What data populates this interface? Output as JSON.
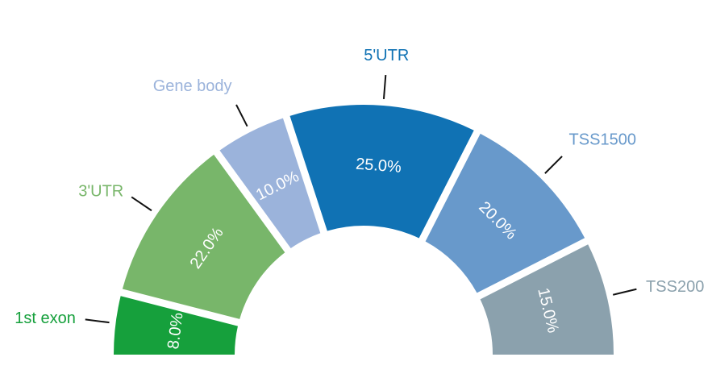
{
  "chart_data": {
    "type": "pie",
    "variant": "half-donut",
    "title": "",
    "categories": [
      "1st exon",
      "3'UTR",
      "Gene body",
      "5'UTR",
      "TSS1500",
      "TSS200"
    ],
    "values": [
      8.0,
      22.0,
      10.0,
      25.0,
      20.0,
      15.0
    ],
    "value_labels": [
      "8.0%",
      "22.0%",
      "10.0%",
      "25.0%",
      "20.0%",
      "15.0%"
    ],
    "colors": [
      "#16a03c",
      "#78b66a",
      "#9bb3db",
      "#1072b4",
      "#6899cb",
      "#8ba1ad"
    ],
    "legend": "none"
  }
}
